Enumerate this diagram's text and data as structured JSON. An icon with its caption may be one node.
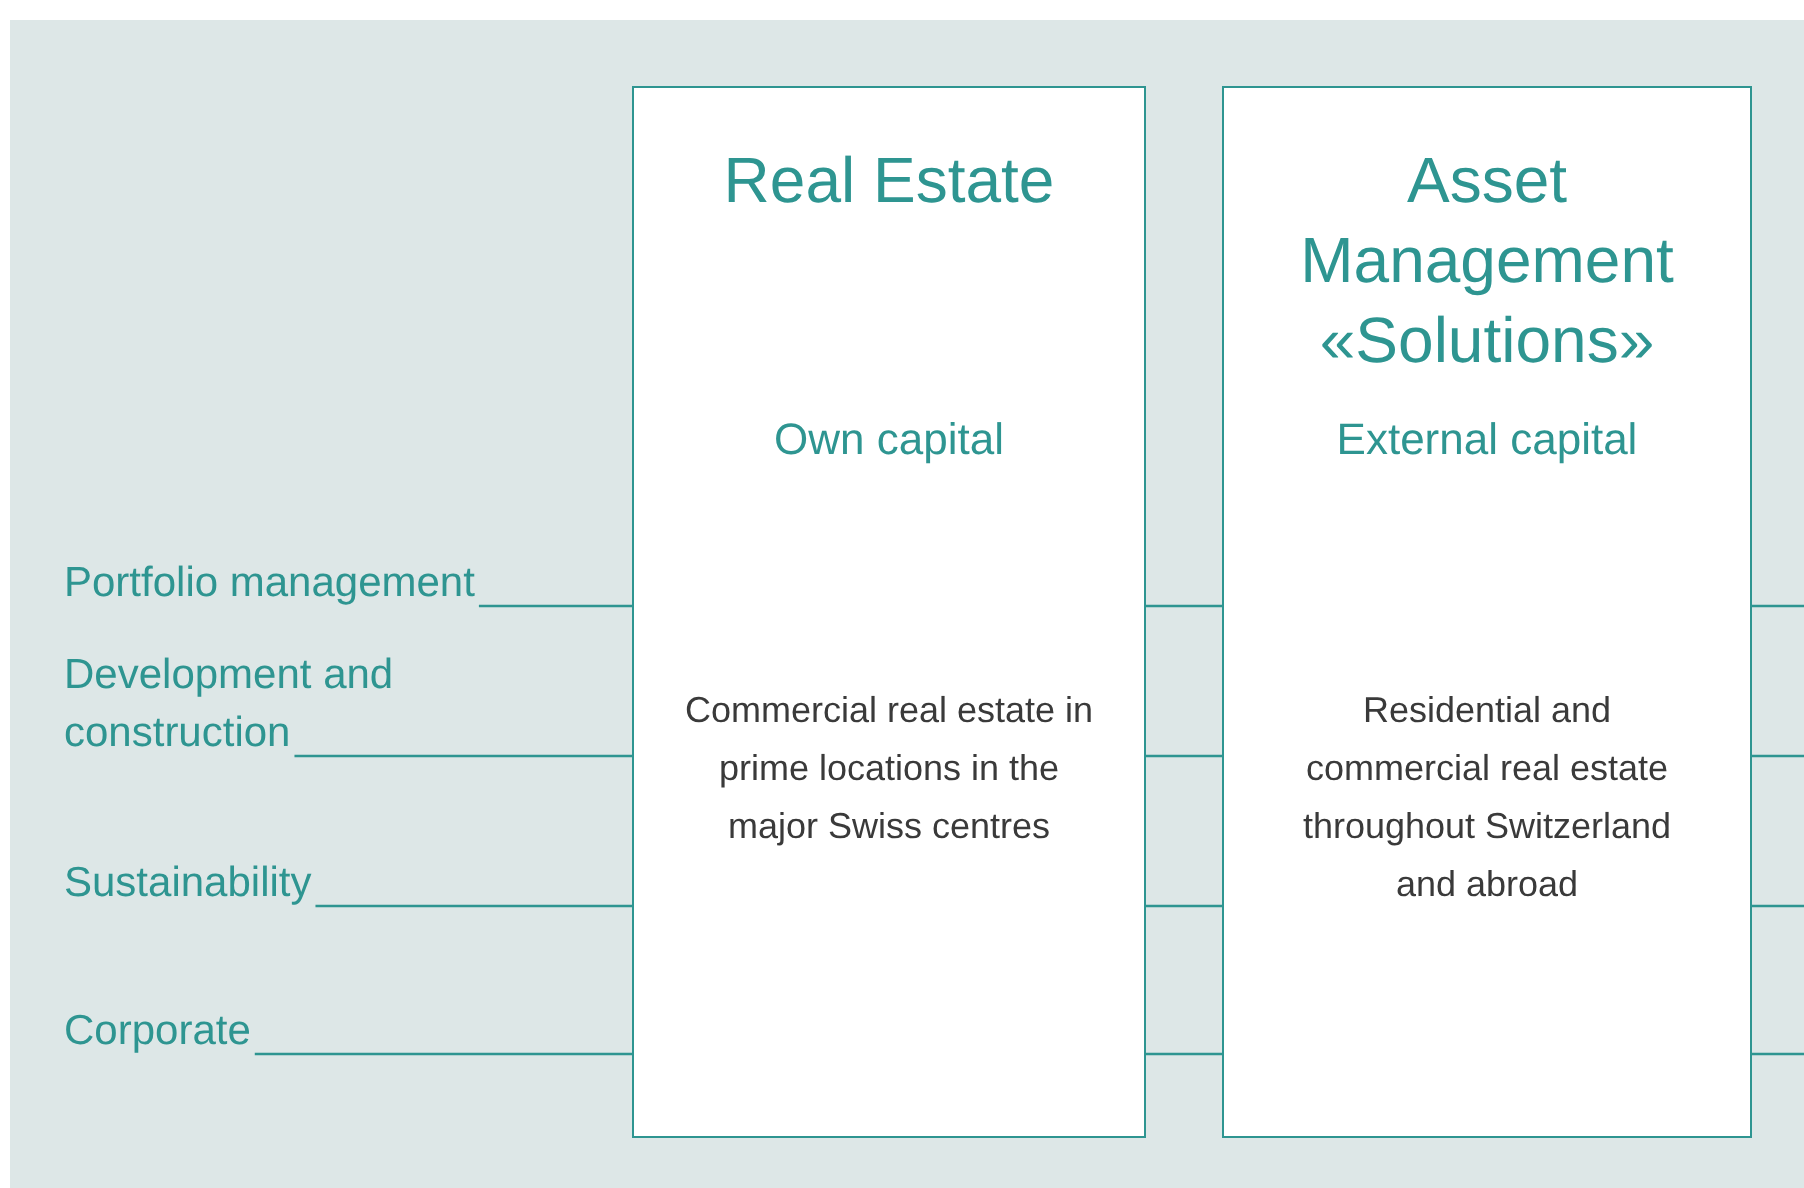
{
  "diagram": {
    "nodes": [
      {
        "text": [
          "Real Estate",
          "Own capital",
          "Commercial real estate in prime locations in the major Swiss centres"
        ]
      },
      {
        "text": [
          "Asset Management «Solutions»",
          "External capital",
          "Residential and commercial real estate throughout Switzerland and abroad"
        ]
      },
      {
        "text": [
          "Portfolio management"
        ]
      },
      {
        "text": [
          "Development and construction"
        ]
      },
      {
        "text": [
          "Sustainability"
        ]
      },
      {
        "text": [
          "Corporate"
        ]
      }
    ],
    "edges": [
      {
        "from": 2,
        "to": 0,
        "arrow": "none"
      },
      {
        "from": 3,
        "to": 0,
        "arrow": "none"
      },
      {
        "from": 4,
        "to": 0,
        "arrow": "none"
      },
      {
        "from": 5,
        "to": 0,
        "arrow": "none"
      },
      {
        "from": 0,
        "to": 1,
        "arrow": "none"
      },
      {
        "from": 0,
        "to": 1,
        "arrow": "none"
      },
      {
        "from": 0,
        "to": 1,
        "arrow": "none"
      },
      {
        "from": 0,
        "to": 1,
        "arrow": "none"
      },
      {
        "from": 1,
        "to": null,
        "arrow": "none"
      },
      {
        "from": 1,
        "to": null,
        "arrow": "none"
      },
      {
        "from": 1,
        "to": null,
        "arrow": "none"
      },
      {
        "from": 1,
        "to": null,
        "arrow": "none"
      }
    ]
  }
}
